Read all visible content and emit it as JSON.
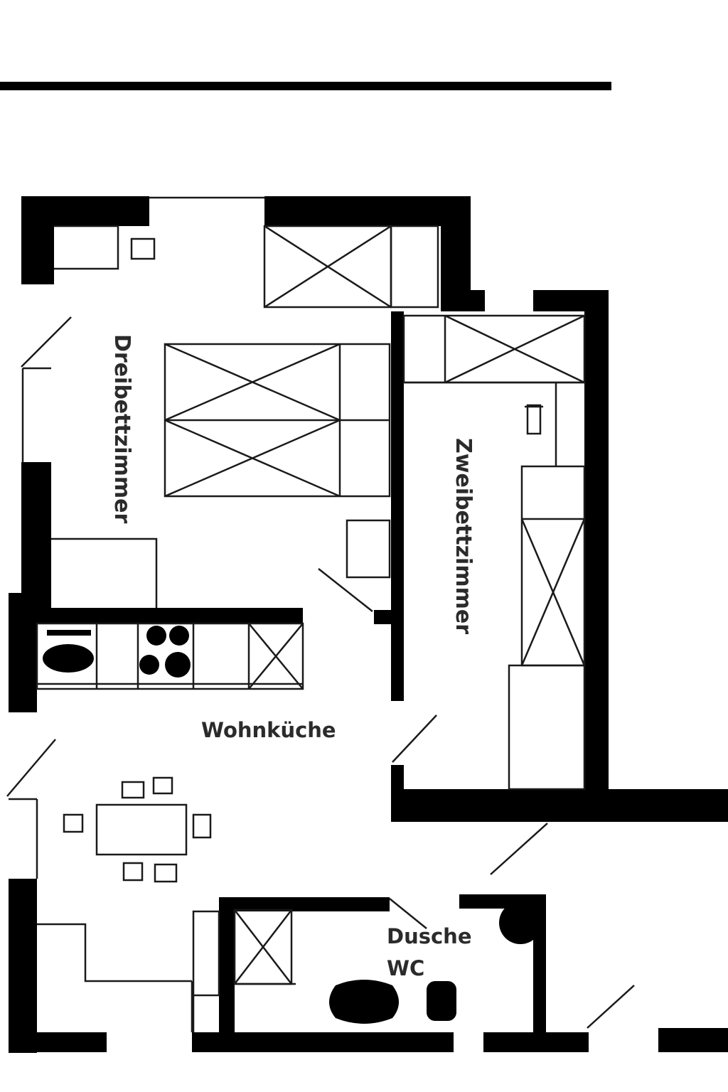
{
  "plan": {
    "rooms": [
      {
        "id": "dreibettzimmer",
        "label": "Dreibettzimmer"
      },
      {
        "id": "zweibettzimmer",
        "label": "Zweibettzimmer"
      },
      {
        "id": "wohnkueche",
        "label": "Wohnküche"
      },
      {
        "id": "dusche-wc",
        "label": "Dusche"
      },
      {
        "id": "wc",
        "label": "WC"
      }
    ]
  },
  "colors": {
    "wall": "#000000",
    "line": "#1a1a1a",
    "background": "#ffffff",
    "label": "#2b2b2b"
  }
}
